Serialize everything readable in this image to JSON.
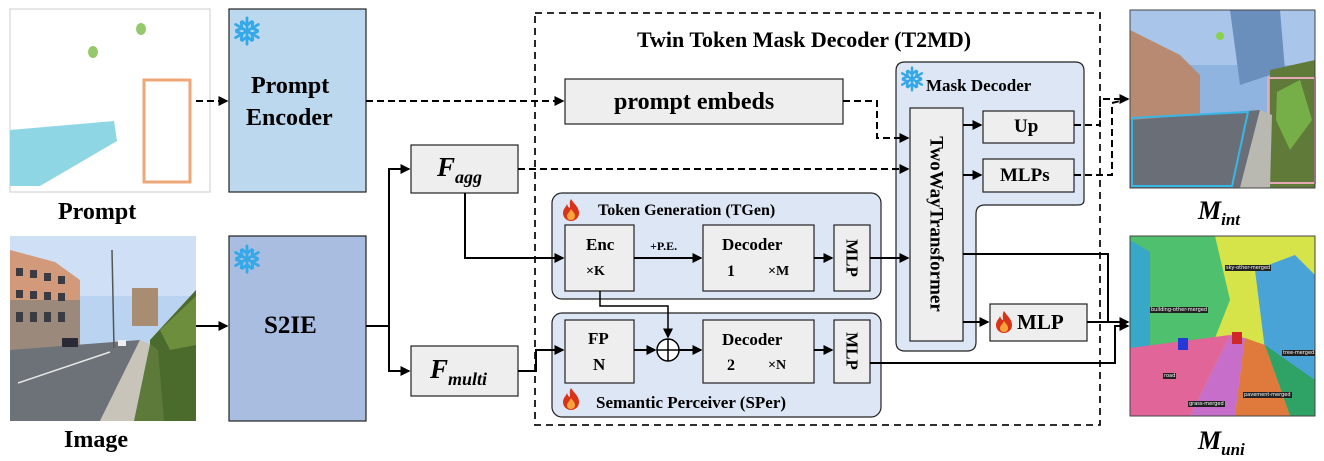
{
  "title": "Twin Token Mask Decoder (T2MD)",
  "inputs": {
    "prompt_caption": "Prompt",
    "image_caption": "Image"
  },
  "outputs": {
    "m_int": {
      "base": "M",
      "sub": "int"
    },
    "m_uni": {
      "base": "M",
      "sub": "uni"
    }
  },
  "prompt_encoder": {
    "line1": "Prompt",
    "line2": "Encoder"
  },
  "s2ie": {
    "label": "S2IE"
  },
  "features": {
    "f_agg": {
      "base": "F",
      "sub": "agg"
    },
    "f_multi": {
      "base": "F",
      "sub": "multi"
    }
  },
  "prompt_embeds": {
    "label": "prompt embeds"
  },
  "mask_decoder": {
    "title": "Mask Decoder",
    "twoway": "TwoWayTransformer",
    "up": "Up",
    "mlps": "MLPs",
    "mlp": "MLP"
  },
  "tgen": {
    "title": "Token Generation (TGen)",
    "enc_line1": "Enc",
    "enc_line2": "×K",
    "pe": "+P.E.",
    "dec_line1": "Decoder",
    "dec_line2a": "1",
    "dec_line2b": "×M",
    "mlp": "MLP"
  },
  "sper": {
    "title": "Semantic Perceiver (SPer)",
    "fpn_line1": "FP",
    "fpn_line2": "N",
    "dec_line1": "Decoder",
    "dec_line2a": "2",
    "dec_line2b": "×N",
    "mlp": "MLP"
  },
  "seg_labels": [
    "sky-other-merged",
    "building-other-merged",
    "tree-merged",
    "road",
    "grass-merged",
    "pavement-merged"
  ],
  "colors": {
    "frozen_block": "#bcd8ee",
    "s2ie_block": "#a9bde0",
    "panel_fill": "#dde6f4",
    "block_fill": "#eeeeee",
    "snowflake": "#35a8e8",
    "fire": "#d8341a"
  },
  "icons": [
    "snowflake-icon",
    "fire-icon"
  ]
}
